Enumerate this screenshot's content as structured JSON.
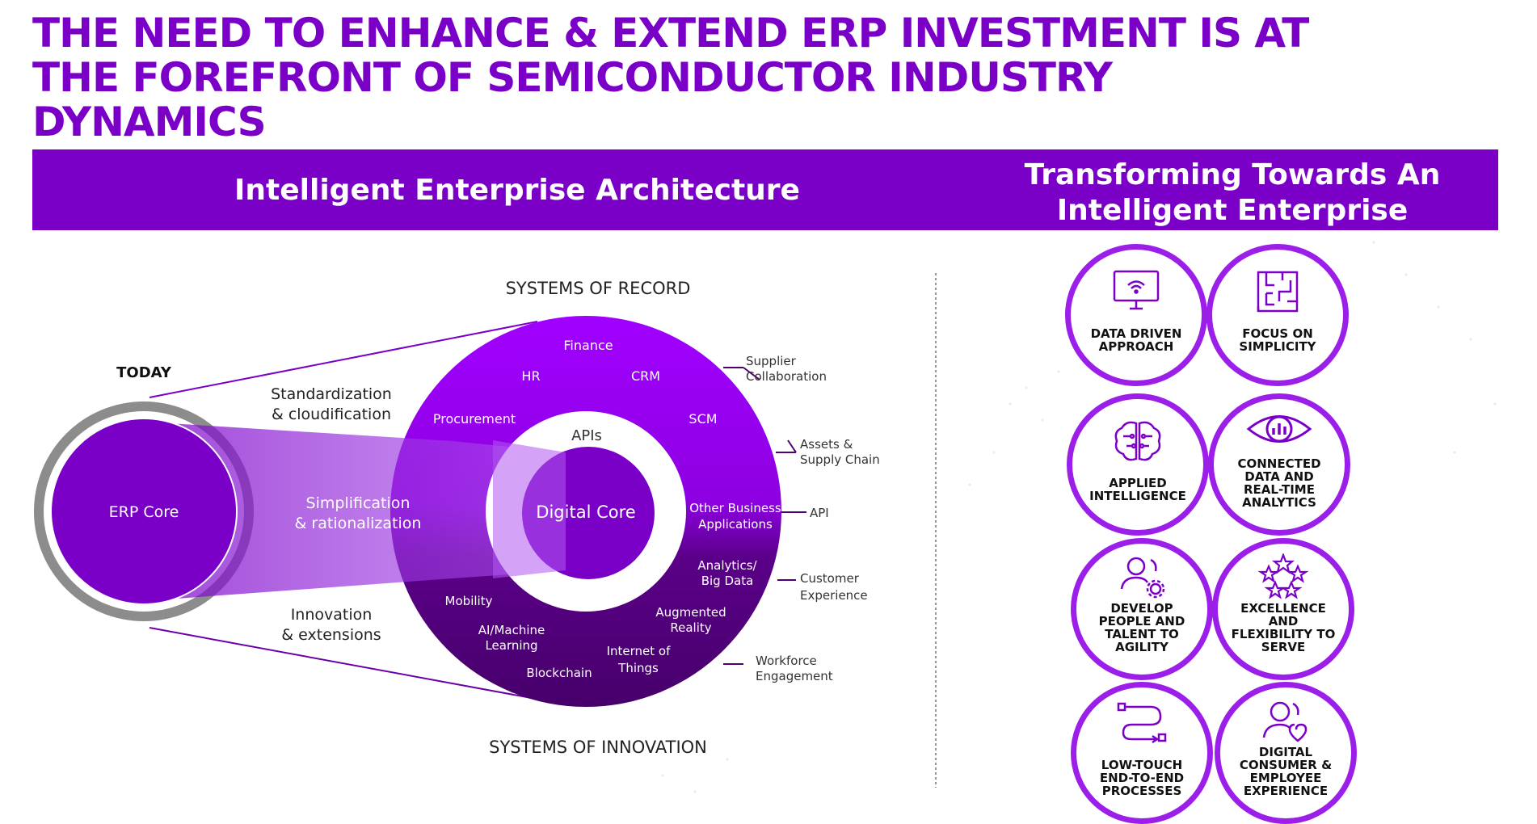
{
  "title": {
    "line1": "THE NEED TO ENHANCE & EXTEND ERP INVESTMENT IS AT",
    "line2": "THE FOREFRONT OF SEMICONDUCTOR INDUSTRY",
    "line3": "DYNAMICS"
  },
  "banner": {
    "left": "Intelligent Enterprise Architecture",
    "right_line1": "Transforming Towards An",
    "right_line2": "Intelligent Enterprise"
  },
  "colors": {
    "brand_purple": "#7a00c7",
    "ring_light": "#a100ff",
    "ring_dark": "#4e0073",
    "grey_ring": "#8c8c8c"
  },
  "architecture": {
    "systems_of_record": "SYSTEMS OF RECORD",
    "systems_of_innovation": "SYSTEMS OF INNOVATION",
    "today": "TODAY",
    "erp_core": "ERP Core",
    "digital_core": "Digital Core",
    "apis": "APIs",
    "band_top_1": "Standardization",
    "band_top_2": "& cloudification",
    "band_mid_1": "Simplification",
    "band_mid_2": "& rationalization",
    "band_bot_1": "Innovation",
    "band_bot_2": "& extensions",
    "ring": {
      "finance": "Finance",
      "hr": "HR",
      "crm": "CRM",
      "procurement": "Procurement",
      "scm": "SCM",
      "other_1": "Other Business",
      "other_2": "Applications",
      "analytics_1": "Analytics/",
      "analytics_2": "Big Data",
      "ar_1": "Augmented",
      "ar_2": "Reality",
      "iot_1": "Internet of",
      "iot_2": "Things",
      "blockchain": "Blockchain",
      "ai_1": "AI/Machine",
      "ai_2": "Learning",
      "mobility": "Mobility"
    },
    "callouts": {
      "supplier_1": "Supplier",
      "supplier_2": "Collaboration",
      "assets_1": "Assets &",
      "assets_2": "Supply Chain",
      "api": "API",
      "customer_1": "Customer",
      "customer_2": "Experience",
      "workforce_1": "Workforce",
      "workforce_2": "Engagement"
    }
  },
  "capabilities": [
    {
      "icon": "monitor-wifi-icon",
      "l1": "DATA DRIVEN",
      "l2": "APPROACH",
      "l3": "",
      "l4": ""
    },
    {
      "icon": "maze-icon",
      "l1": "FOCUS ON",
      "l2": "SIMPLICITY",
      "l3": "",
      "l4": ""
    },
    {
      "icon": "brain-circuit-icon",
      "l1": "APPLIED",
      "l2": "INTELLIGENCE",
      "l3": "",
      "l4": ""
    },
    {
      "icon": "eye-chart-icon",
      "l1": "CONNECTED",
      "l2": "DATA AND",
      "l3": "REAL-TIME",
      "l4": "ANALYTICS"
    },
    {
      "icon": "people-gear-icon",
      "l1": "DEVELOP",
      "l2": "PEOPLE AND",
      "l3": "TALENT TO",
      "l4": "AGILITY"
    },
    {
      "icon": "stars-icon",
      "l1": "EXCELLENCE",
      "l2": "AND",
      "l3": "FLEXIBILITY TO",
      "l4": "SERVE"
    },
    {
      "icon": "process-flow-icon",
      "l1": "LOW-TOUCH",
      "l2": "END-TO-END",
      "l3": "PROCESSES",
      "l4": ""
    },
    {
      "icon": "person-heart-icon",
      "l1": "DIGITAL",
      "l2": "CONSUMER &",
      "l3": "EMPLOYEE",
      "l4": "EXPERIENCE"
    }
  ]
}
